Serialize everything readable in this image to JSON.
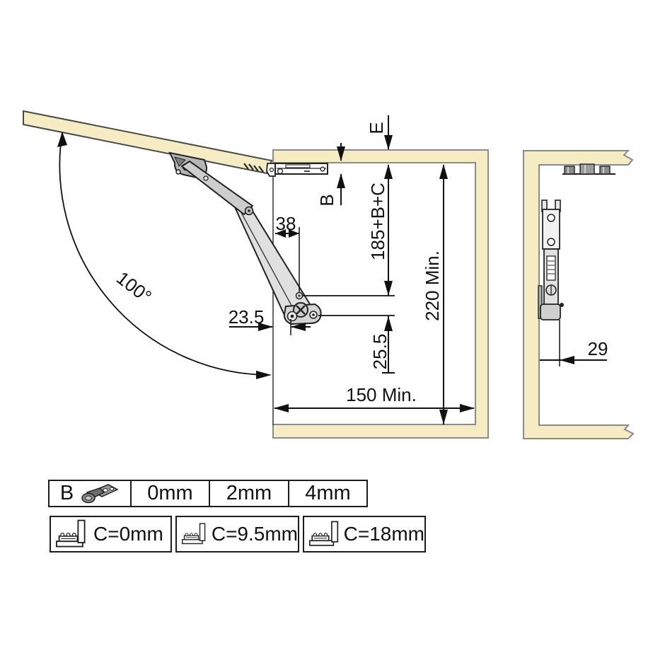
{
  "colors": {
    "panel_fill": "#f5ecc3",
    "panel_stroke": "#8a8a8a",
    "line": "#111111",
    "metal_light": "#e0e0e0",
    "metal_mid": "#bfbfbf",
    "bracket_dark": "#b5b5b5"
  },
  "main_view": {
    "opening_angle": "100°",
    "dim_e_label": "E",
    "dim_b_label": "B",
    "dim_arm_offset": "38",
    "dim_pivot_offset": "23.5",
    "dim_plate_height": "185+B+C",
    "dim_min_depth": "220 Min.",
    "dim_pivot_drop": "25.5",
    "dim_min_width": "150 Min."
  },
  "side_view": {
    "dim_side_clearance": "29"
  },
  "b_table": {
    "header_label": "B",
    "header_icon": "cup-hinge-icon",
    "options": [
      "0mm",
      "2mm",
      "4mm"
    ]
  },
  "c_options": [
    {
      "icon": "overlay-hinge-icon",
      "label": "C=0mm"
    },
    {
      "icon": "overlay-hinge-icon",
      "label": "C=9.5mm"
    },
    {
      "icon": "overlay-hinge-icon",
      "label": "C=18mm"
    }
  ]
}
